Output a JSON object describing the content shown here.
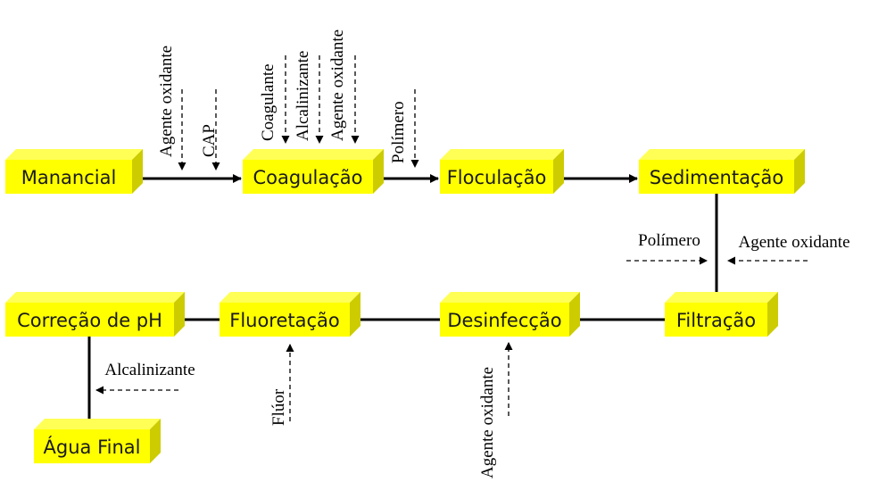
{
  "colors": {
    "front": "#ffff00",
    "top": "#ffff55",
    "side": "#cccc00",
    "arrow": "#000000"
  },
  "stages": {
    "manancial": "Manancial",
    "coagulacao": "Coagulação",
    "floculacao": "Floculação",
    "sedimentacao": "Sedimentação",
    "filtracao": "Filtração",
    "desinfeccao": "Desinfecção",
    "fluoretacao": "Fluoretação",
    "correcao_ph": "Correção de pH",
    "agua_final": "Água Final"
  },
  "inputs": {
    "pre_oxidante": "Agente  oxidante",
    "cap": "CAP",
    "coagulante": "Coagulante",
    "alcalinizante_coag": "Alcalinizante",
    "oxidante_coag": "Agente  oxidante",
    "polimero_floc": "Polímero",
    "polimero_filt": "Polímero",
    "oxidante_filt": "Agente  oxidante",
    "alcalinizante_final": "Alcalinizante",
    "fluor": "Flúor",
    "oxidante_desinf": "Agente  oxidante"
  }
}
